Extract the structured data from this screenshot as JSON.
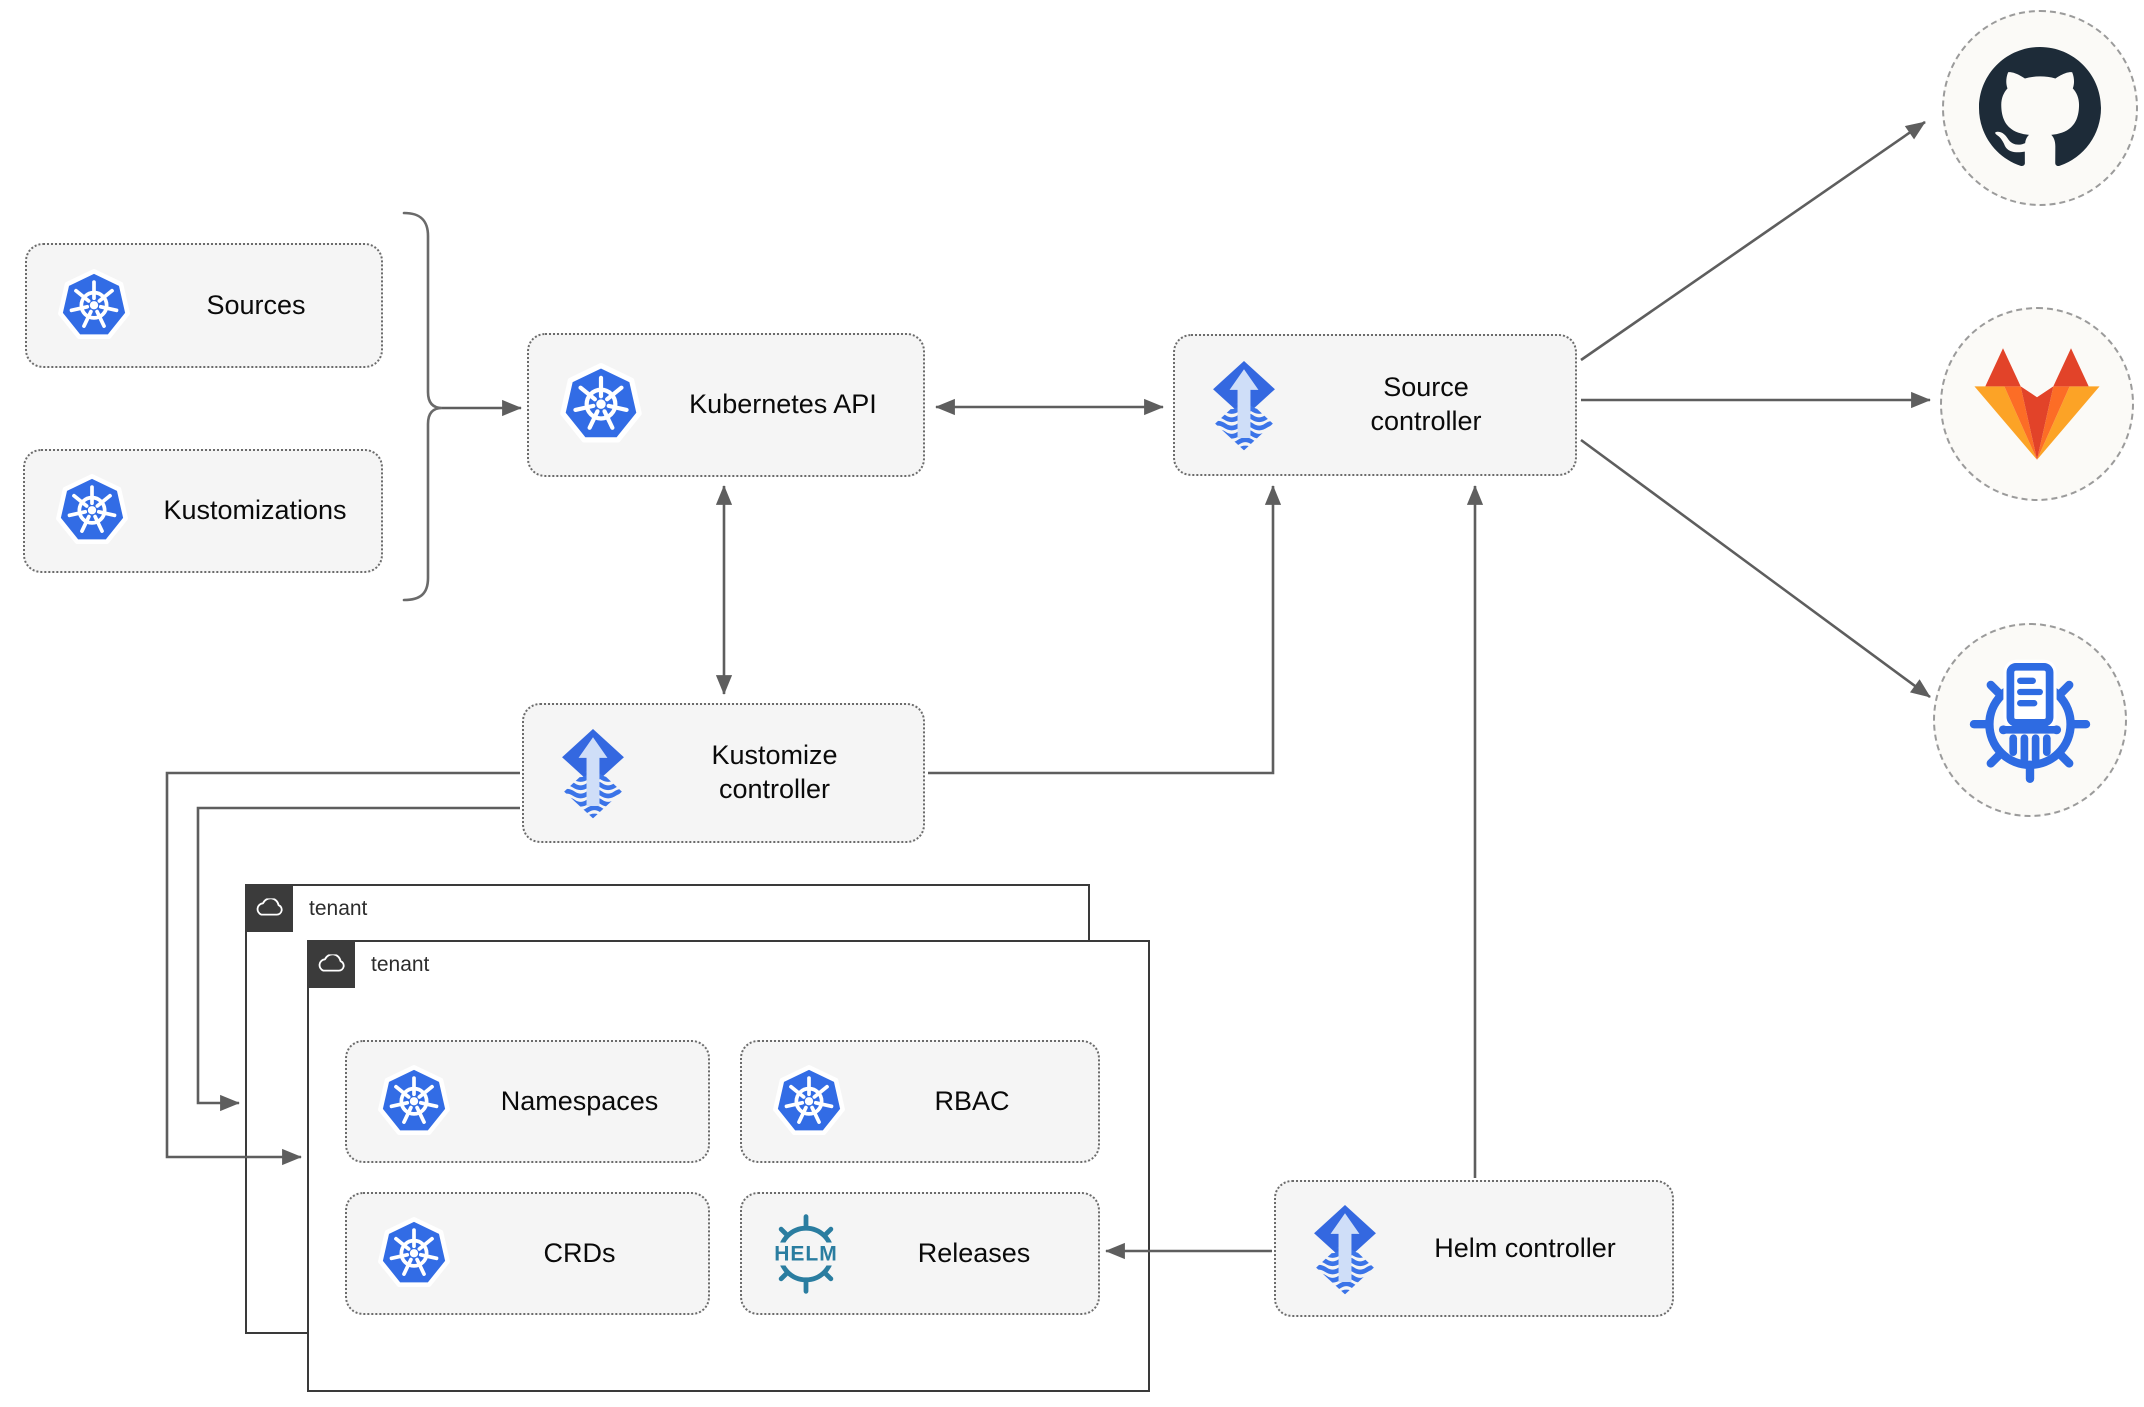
{
  "nodes": {
    "sources": "Sources",
    "kustomizations": "Kustomizations",
    "kubernetes_api": "Kubernetes API",
    "source_controller": "Source controller",
    "kustomize_controller": "Kustomize controller",
    "helm_controller": "Helm controller",
    "namespaces": "Namespaces",
    "rbac": "RBAC",
    "crds": "CRDs",
    "releases": "Releases"
  },
  "groups": {
    "tenant_back": "tenant",
    "tenant_front": "tenant"
  },
  "icons": {
    "kubernetes": "kubernetes-logo",
    "flux": "flux-logo",
    "helm_wheel_text": "HELM",
    "cloud": "cloud-icon",
    "github": "github-logo",
    "gitlab": "gitlab-logo",
    "chartmuseum": "chartmuseum-logo"
  },
  "colors": {
    "kubernetes_blue": "#326ce5",
    "flux_blue": "#3468e0",
    "flux_arrow_light": "#cfdef8",
    "helm_teal": "#2a7da0",
    "github_dark": "#1d2b38",
    "gitlab_red": "#e24329",
    "gitlab_orange": "#fc6d26",
    "gitlab_amber": "#fca326",
    "chartmuseum_blue": "#2e6be2",
    "node_fill": "#f5f5f5",
    "arrow_gray": "#5e5e5e",
    "tenant_header_dark": "#3b3b3b"
  }
}
